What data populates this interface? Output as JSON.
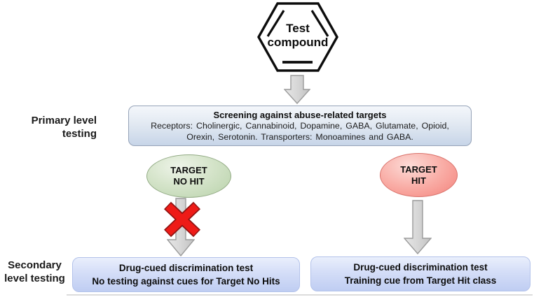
{
  "hexagon": {
    "label": "Test\ncompound"
  },
  "labels": {
    "primary": "Primary level\ntesting",
    "secondary": "Secondary\nlevel testing"
  },
  "screening": {
    "title": "Screening against abuse-related targets",
    "body": "Receptors: Cholinergic, Cannabinoid, Dopamine, GABA, Glutamate, Opioid,\nOrexin, Serotonin. Transporters: Monoamines and GABA."
  },
  "outcomes": {
    "no_hit": {
      "label": "TARGET\nNO HIT",
      "fill": "#c9ddbc",
      "border": "#93ab85"
    },
    "hit": {
      "label": "TARGET\nHIT",
      "fill": "#f89b94",
      "border": "#d9736c"
    }
  },
  "secondary_tests": {
    "no_hit": "Drug-cued discrimination test\nNo testing against cues for Target No Hits",
    "hit": "Drug-cued discrimination test\nTraining cue from Target Hit class"
  },
  "icons": {
    "hexagon_outline": "benzene-ring-hexagon",
    "down_arrow": "gray-down-arrow",
    "reject_cross": "red-x-cross"
  },
  "colors": {
    "reject_x": "#ee1b17",
    "reject_x_outline": "#8e1312",
    "arrow_fill_light": "#e3e3e3",
    "arrow_fill_dark": "#c6c6c6",
    "arrow_border": "#9b9b9b",
    "screen_box_top": "#f4f7fb",
    "screen_box_bottom": "#c7d5e8",
    "test_box_top": "#eaeffc",
    "test_box_bottom": "#bfcdf2"
  }
}
